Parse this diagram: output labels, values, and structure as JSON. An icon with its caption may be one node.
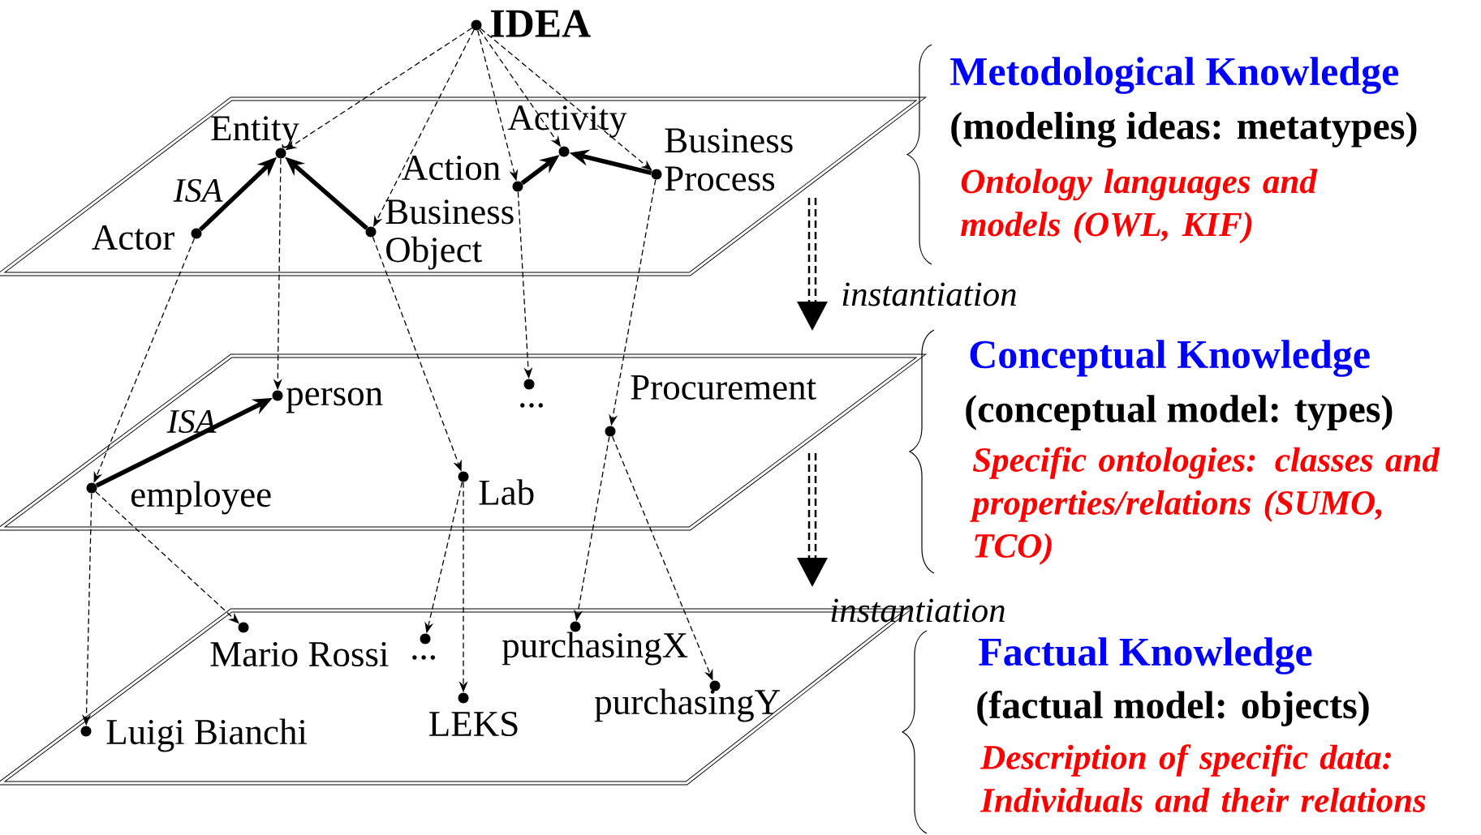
{
  "diagram": {
    "nodes": [
      {
        "text": [
          "IDEA"
        ]
      },
      {
        "text": [
          "Entity"
        ]
      },
      {
        "text": [
          "Actor"
        ]
      },
      {
        "text": [
          "Business Object"
        ]
      },
      {
        "text": [
          "Action"
        ]
      },
      {
        "text": [
          "Activity"
        ]
      },
      {
        "text": [
          "Business Process"
        ]
      },
      {
        "text": [
          "person"
        ]
      },
      {
        "text": [
          "..."
        ]
      },
      {
        "text": [
          "Procurement"
        ]
      },
      {
        "text": [
          "employee"
        ]
      },
      {
        "text": [
          "Lab"
        ]
      },
      {
        "text": [
          "Mario Rossi"
        ]
      },
      {
        "text": [
          "..."
        ]
      },
      {
        "text": [
          "LEKS"
        ]
      },
      {
        "text": [
          "purchasingX"
        ]
      },
      {
        "text": [
          "purchasingY"
        ]
      },
      {
        "text": [
          "Luigi Bianchi"
        ]
      }
    ],
    "edges": [
      {
        "from": 0,
        "to": 1,
        "arrow": "to",
        "style": "dashed"
      },
      {
        "from": 0,
        "to": 3,
        "arrow": "to",
        "style": "dashed"
      },
      {
        "from": 0,
        "to": 4,
        "arrow": "to",
        "style": "dashed"
      },
      {
        "from": 0,
        "to": 5,
        "arrow": "to",
        "style": "dashed"
      },
      {
        "from": 0,
        "to": 6,
        "arrow": "to",
        "style": "dashed"
      },
      {
        "from": 2,
        "to": 1,
        "arrow": "to",
        "style": "thick",
        "label": "ISA"
      },
      {
        "from": 3,
        "to": 1,
        "arrow": "to",
        "style": "thick"
      },
      {
        "from": 4,
        "to": 5,
        "arrow": "to",
        "style": "thick"
      },
      {
        "from": 6,
        "to": 5,
        "arrow": "to",
        "style": "thick"
      },
      {
        "from": 1,
        "to": 7,
        "arrow": "to",
        "style": "dashed"
      },
      {
        "from": 2,
        "to": 10,
        "arrow": "to",
        "style": "dashed"
      },
      {
        "from": 3,
        "to": 11,
        "arrow": "to",
        "style": "dashed"
      },
      {
        "from": 4,
        "to": 8,
        "arrow": "to",
        "style": "dashed"
      },
      {
        "from": 6,
        "to": 9,
        "arrow": "to",
        "style": "dashed"
      },
      {
        "from": 10,
        "to": 7,
        "arrow": "to",
        "style": "thick",
        "label": "ISA"
      },
      {
        "from": 10,
        "to": 12,
        "arrow": "to",
        "style": "dashed"
      },
      {
        "from": 10,
        "to": 17,
        "arrow": "to",
        "style": "dashed"
      },
      {
        "from": 11,
        "to": 13,
        "arrow": "to",
        "style": "dashed"
      },
      {
        "from": 11,
        "to": 14,
        "arrow": "to",
        "style": "dashed"
      },
      {
        "from": 9,
        "to": 15,
        "arrow": "to",
        "style": "dashed"
      },
      {
        "from": 9,
        "to": 16,
        "arrow": "to",
        "style": "dashed"
      }
    ],
    "labels": [
      "Metodological Knowledge",
      "(modeling ideas: metatypes)",
      "Ontology languages and models (OWL, KIF)",
      "instantiation",
      "Conceptual Knowledge",
      "(conceptual model: types)",
      "Specific ontologies: classes and properties/relations (SUMO, TCO)",
      "instantiation",
      "Factual Knowledge",
      "(factual model: objects)",
      "Description of specific data: Individuals and their relations"
    ]
  }
}
